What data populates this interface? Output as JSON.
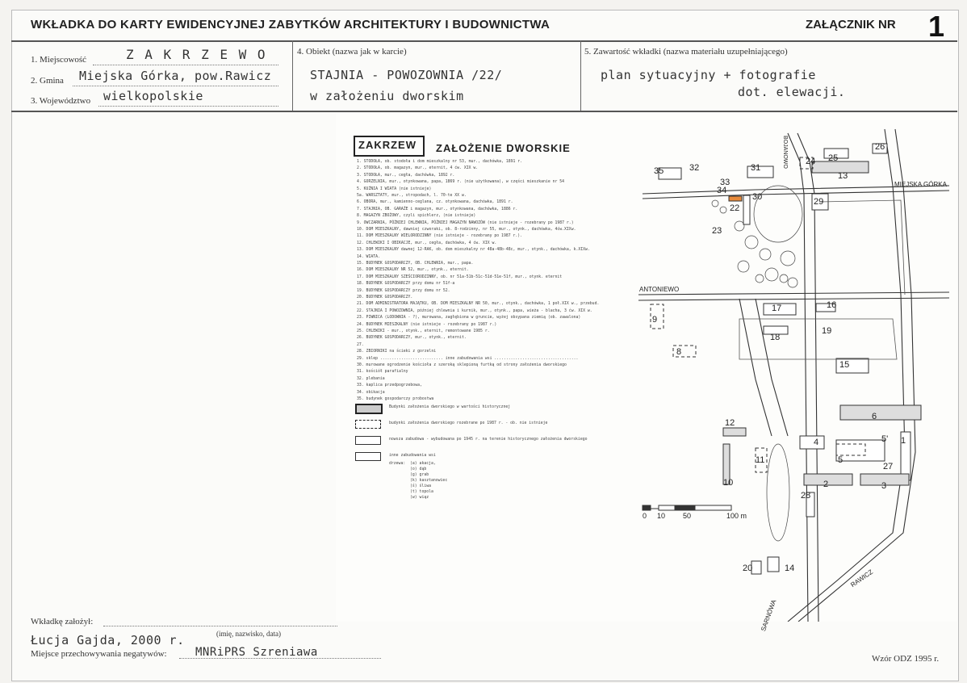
{
  "header": {
    "title": "WKŁADKA DO KARTY EWIDENCYJNEJ ZABYTKÓW ARCHITEKTURY I BUDOWNICTWA",
    "annex_label": "ZAŁĄCZNIK NR",
    "annex_number": "1"
  },
  "fields": {
    "miejscowosc_label": "1. Miejscowość",
    "miejscowosc_value": "Z A K R Z E W O",
    "gmina_label": "2. Gmina",
    "gmina_value": "Miejska Górka, pow.Rawicz",
    "wojewodztwo_label": "3. Województwo",
    "wojewodztwo_value": "wielkopolskie",
    "obiekt_label": "4. Obiekt (nazwa jak w karcie)",
    "obiekt_line1": "STAJNIA - POWOZOWNIA /22/",
    "obiekt_line2": "w założeniu dworskim",
    "zawartosc_label": "5. Zawartość wkładki (nazwa materiału uzupełniającego)",
    "zawartosc_line1": "plan sytuacyjny + fotografie",
    "zawartosc_line2": "dot. elewacji."
  },
  "map": {
    "badge": "ZAKRZEW",
    "title": "ZAŁOŻENIE DWORSKIE",
    "legend_lines": [
      "1. STODOŁA, ob. stodoła i dom mieszkalny nr 53, mur., dachówka, 1891 r.",
      "2. STODOŁA, ob. magazyn, mur., eternit, 4 ćw. XIX w.",
      "3. STODOŁA, mur., cegła, dachówka, 1892 r.",
      "4. GORZELNIA, mur., otynkowana, papa, 1869 r. (nie użytkowana), w części mieszkanie nr 54",
      "5. KUŹNIA I WIATA (nie istnieje)",
      "5a. WARSZTATY, mur., stropodach, l. 70-te XX w.",
      "6. OBORA, mur., kamienno-ceglana, cz. otynkowana, dachówka, 1891 r.",
      "7. STAJNIA, OB. GARAŻE i magazyn, mur., otynkowana, dachówka, 1886 r.",
      "8. MAGAZYN ZBOŻOWY, czyli spichlerz, (nie istnieje)",
      "9. OWCZARNIA, PÓŹNIEJ CHLEWNIA, PÓŹNIEJ MAGAZYN NAWOZÓW (nie istnieje - rozebrany po 1987 r.)",
      "10. DOM MIESZKALNY, dawniej czworaki, ob. 8-rodzinny, nr 55, mur., otynk., dachówka, 4ćw.XIXw.",
      "11. DOM MIESZKALNY WIELORODZINNY (nie istnieje - rozebrany po 1987 r.).",
      "12. CHLEWIKI I OBIKACJE, mur., cegła, dachówka, 4 ćw. XIX w.",
      "13. DOM MIESZKALNY dawnej 12-RAK, ob. dom mieszkalny nr 48a-48b-48c, mur., otynk., dachówka, k.XIXw.",
      "14. WIATA.",
      "15. BUDYNEK GOSPODARCZY, OB. CHLEWNIA, mur., papa.",
      "16. DOM MIESZKALNY NR 52, mur., otynk., eternit.",
      "17. DOM MIESZKALNY SZEŚCIORODZINNY, ob. nr 51a-51b-51c-51d-51e-51f, mur., otynk. eternit",
      "18. BUDYNEK GOSPODARCZY przy domu nr 51f-a",
      "19. BUDYNEK GOSPODARCZY przy domu nr 52.",
      "20. BUDYNEK GOSPODARCZY.",
      "21. DOM ADMINISTRATORA MAJĄTKU, OB. DOM MIESZKALNY NR 50, mur., otynk., dachówka, 1 poł.XIX w., przebud.",
      "22. STAJNIA I POWOZOWNIA, później chlewnia i kurnik, mur., otynk., papa, wieża - blacha, 3 ćw. XIX w.",
      "23. PIWNICA (LODOWNIA - ?), murowana, zagłębiona w gruncie, wyżej obsypana ziemią (ob. zawalona)",
      "24. BUDYNEK MIESZKALNY (nie istnieje - rozebrany po 1987 r.)",
      "25. CHLEWIKI - mur., otynk., eternit, remontowane 1985 r.",
      "26. BUDYNEK GOSPODARCZY, mur., otynk., eternit.",
      "27.",
      "28. ZBIORNIKI na ścieki z gorzelni",
      "29. sklep ........................... inne zabudowania wsi ....................................",
      "30. murowane ogrodzenie kościoła z szeroką sklepioną furtką od strony założenia dworskiego",
      "31. kościół parafialny",
      "32. plebania",
      "33. kaplica przedpogrzebowa,",
      "34. obikacja",
      "35. budynek gospodarczy probostwa"
    ],
    "key_lines": [
      "Budynki założenia dworskiego w wartości historycznej",
      "budynki założenia dworskiego rozebrane po 1987 r. - ob. nie istnieje",
      "nowsza zabudowa - wybudowana po 1945 r. na terenie historycznego założenia dworskiego",
      "inne zabudowania wsi"
    ],
    "trees_title": "drzewa:",
    "trees": [
      "(a) akacja,",
      "(o) dąb",
      "(g) grab",
      "(k) kasztanowiec",
      "(ś) śliwa",
      "(t) topola",
      "(w) wiąz"
    ],
    "roads": {
      "north": "BOJANOWO",
      "east": "MIEJSKA GÓRKA",
      "west": "ANTONIEWO",
      "south_east": "RAWICZ",
      "south": "SARNÓWA"
    },
    "scale": {
      "s0": "0",
      "s1": "10",
      "s2": "50",
      "s3": "100 m"
    },
    "numbers": [
      "35",
      "32",
      "31",
      "33",
      "34",
      "22",
      "30",
      "29",
      "24",
      "25",
      "26",
      "13",
      "23",
      "17",
      "16",
      "9",
      "19",
      "18",
      "8",
      "15",
      "6",
      "12",
      "4",
      "5",
      "1",
      "5'",
      "11",
      "10",
      "2",
      "3",
      "27",
      "28",
      "20",
      "14"
    ]
  },
  "footer": {
    "creator_label": "Wkładkę założył:",
    "creator_hint": "(imię, nazwisko, data)",
    "creator_value": "Łucja Gajda, 2000 r.",
    "negatives_label": "Miejsce przechowywania negatywów:",
    "negatives_value": "MNRiPRS Szreniawa",
    "form_id": "Wzór ODZ 1995 r."
  }
}
